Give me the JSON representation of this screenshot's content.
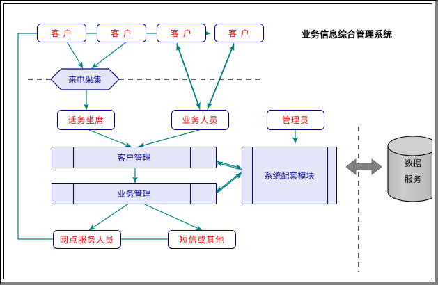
{
  "title": "业务信息综合管理系统",
  "colors": {
    "node_border": "#000080",
    "node_text": "#ff0000",
    "module_fill": "#e6e6fa",
    "module_text": "#000080",
    "connector": "#008080",
    "divider": "#000000",
    "cylinder_fill": "#c0c0c0",
    "thick_arrow": "#808080",
    "frame_shadow": "#808080"
  },
  "customers": [
    {
      "label": "客 户"
    },
    {
      "label": "客 户"
    },
    {
      "label": "客 户"
    },
    {
      "label": "客 户"
    }
  ],
  "collector": {
    "label": "来电采集"
  },
  "roles": [
    {
      "label": "话务坐席"
    },
    {
      "label": "业务人员"
    },
    {
      "label": "管理员"
    }
  ],
  "modules": [
    {
      "label": "客户管理"
    },
    {
      "label": "业务管理"
    },
    {
      "label": "系统配套模块"
    }
  ],
  "channels": [
    {
      "label": "网点服务人员"
    },
    {
      "label": "短信或其他"
    }
  ],
  "datastore": {
    "line1": "数据",
    "line2": "服务"
  }
}
